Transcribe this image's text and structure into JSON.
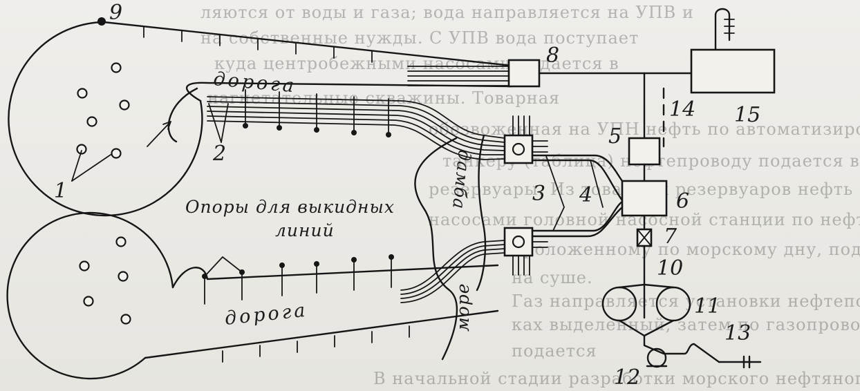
{
  "labels": {
    "road_top": "дорога",
    "road_bottom": "дорога",
    "dam": "дамба",
    "sea": "море",
    "supports": "Опоры для выкидных",
    "supports_line2": "линий"
  },
  "numbers": [
    "1",
    "2",
    "3",
    "4",
    "5",
    "6",
    "7",
    "8",
    "9",
    "10",
    "11",
    "12",
    "13",
    "14",
    "15"
  ],
  "background_text": [
    "ляются от воды и газа; вода направляется на УПВ и",
    "на собственные нужды. С УПВ вода поступает",
    "куда центробежными насосами подается в",
    "нагнетательные скважины. Товарная",
    "обезвоженная на УПН нефть по автоматизированную",
    "танкеру (таблица) нефтепроводу подается в",
    "резервуары. Из товарных резервуаров нефть",
    "насосами головной насосной станции по нефтепроводу",
    "проложенному по морскому дну, подается на ЦПС, находящийся",
    "на суше.",
    "Газ направляется установки нефтеподготовки",
    "ках выделенный, затем по газопроводу",
    "подается",
    "В начальной стадии разработки морского нефтяного место"
  ],
  "colors": {
    "ink": "#161616",
    "paper": "#efeeea"
  }
}
